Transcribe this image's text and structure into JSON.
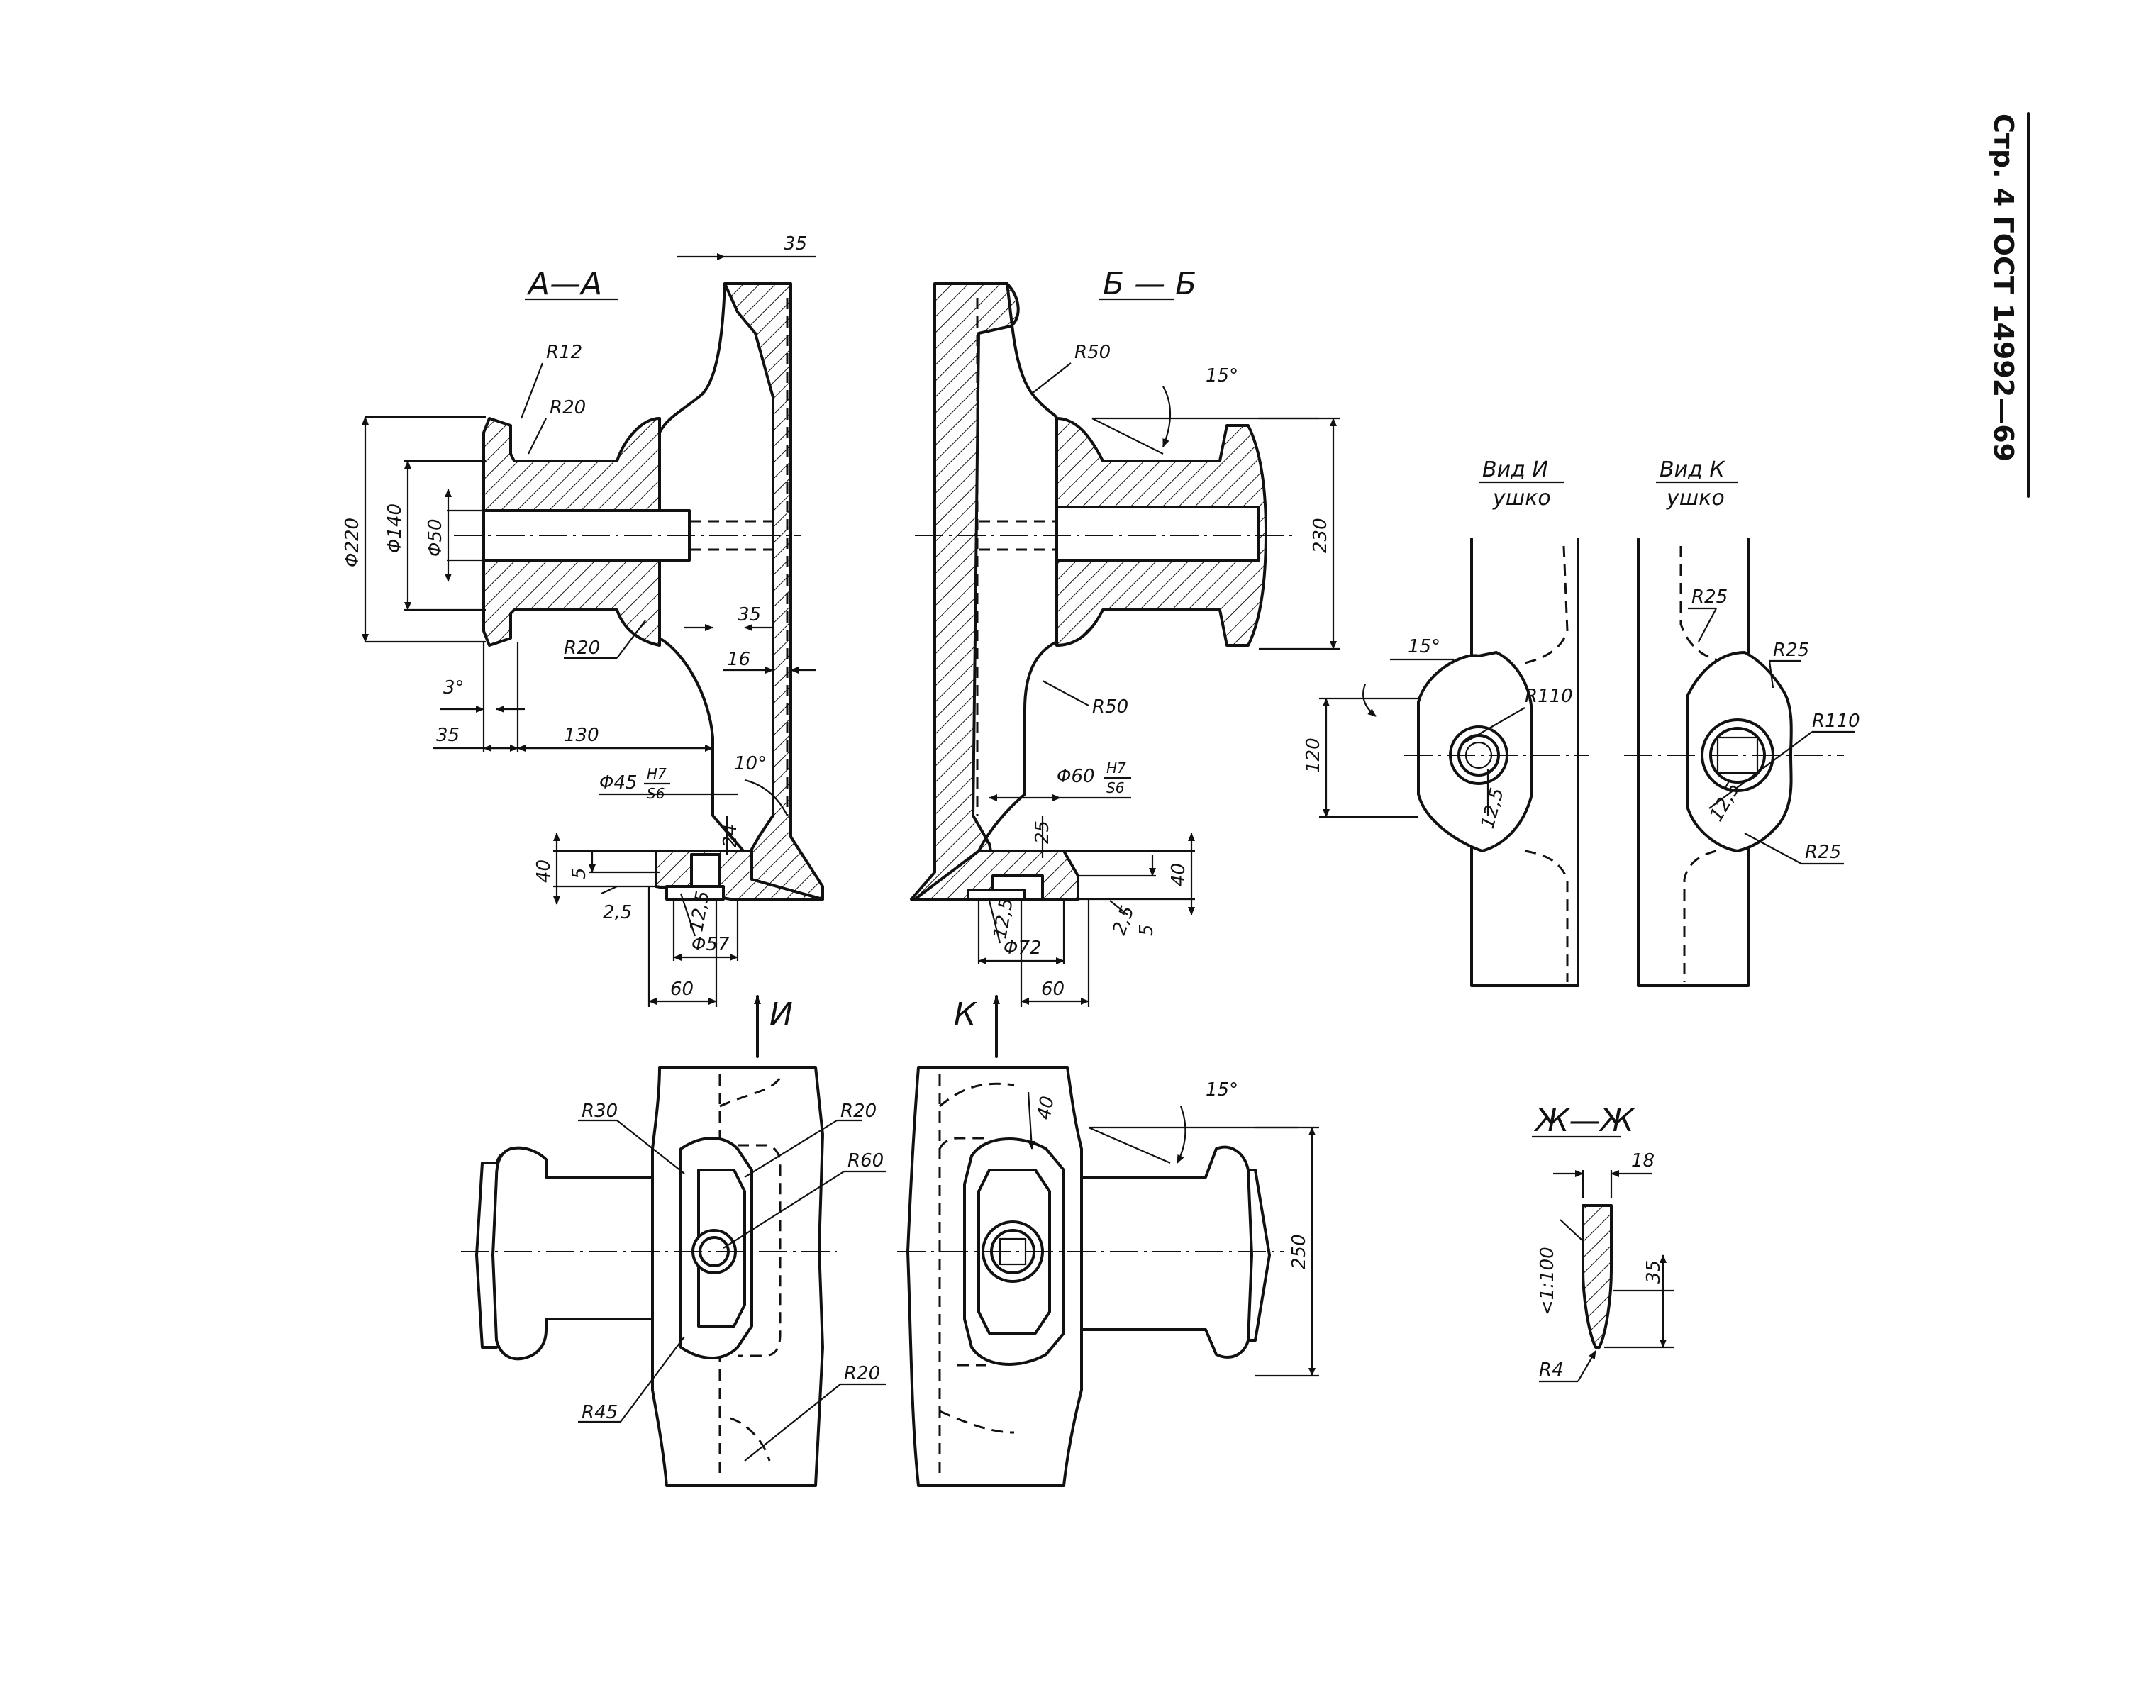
{
  "page": {
    "header": "Стр. 4  ГОСТ 14992—69"
  },
  "sections": {
    "a_a": "А—А",
    "b_b": "Б — Б",
    "zh_zh": "Ж—Ж"
  },
  "views": {
    "i": {
      "title": "Вид И",
      "sub": "ушко"
    },
    "k": {
      "title": "Вид К",
      "sub": "ушко"
    },
    "arrow_i": "И",
    "arrow_k": "К"
  },
  "dims_a": {
    "d35_top": "35",
    "r12": "R12",
    "r20_top": "R20",
    "d220": "Φ220",
    "d140": "Φ140",
    "d50": "Φ50",
    "r20_bot": "R20",
    "d35_mid": "35",
    "d16": "16",
    "a3": "3°",
    "d35_left": "35",
    "d130": "130",
    "fit45": "Φ45",
    "fit45_num": "H7",
    "fit45_den": "S6",
    "a10": "10°",
    "d40": "40",
    "d5": "5",
    "d2_5": "2,5",
    "d24": "24",
    "d12_5": "12,5",
    "d57": "Φ57",
    "d60": "60"
  },
  "dims_b": {
    "r50_top": "R50",
    "a15": "15°",
    "d230": "230",
    "r50_bot": "R50",
    "fit60": "Φ60",
    "fit60_num": "H7",
    "fit60_den": "S6",
    "d25": "25",
    "d40": "40",
    "d5": "5",
    "d2_5": "2,5",
    "d12_5": "12,5",
    "d72": "Φ72",
    "d60": "60"
  },
  "dims_vi": {
    "a15": "15°",
    "d120": "120",
    "r110": "R110",
    "d12_5": "12,5"
  },
  "dims_vk": {
    "r25_a": "R25",
    "r25_b": "R25",
    "r110": "R110",
    "d12_5": "12,5",
    "r25_c": "R25"
  },
  "dims_plan_l": {
    "r30": "R30",
    "r20_a": "R20",
    "r60": "R60",
    "r20_b": "R20",
    "r45": "R45"
  },
  "dims_plan_r": {
    "d40": "40",
    "a15": "15°",
    "d250": "250"
  },
  "dims_zh": {
    "d18": "18",
    "taper": "<1:100",
    "d35": "35",
    "r4": "R4"
  }
}
